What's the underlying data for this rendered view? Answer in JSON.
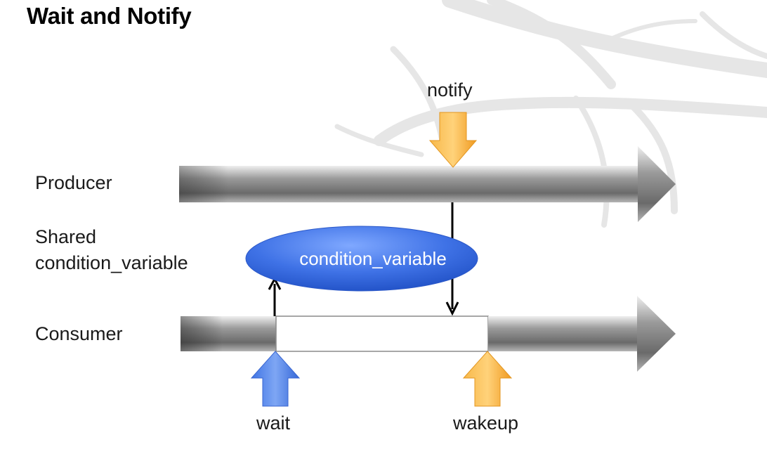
{
  "slide": {
    "title": "Wait and Notify",
    "rows": {
      "producer": "Producer",
      "shared_line1": "Shared",
      "shared_line2": "condition_variable",
      "consumer": "Consumer"
    },
    "ellipse_label": "condition_variable",
    "events": {
      "notify": "notify",
      "wait": "wait",
      "wakeup": "wakeup"
    }
  },
  "colors": {
    "thread_arrow": "#7a7a7a",
    "condition_variable": "#3b6fe0",
    "wait_arrow": "#4a7fe8",
    "notify_arrow": "#f5a830",
    "wakeup_arrow": "#f5a830",
    "blocked_segment": "#ffffff",
    "background_tree": "#e6e6e6"
  }
}
